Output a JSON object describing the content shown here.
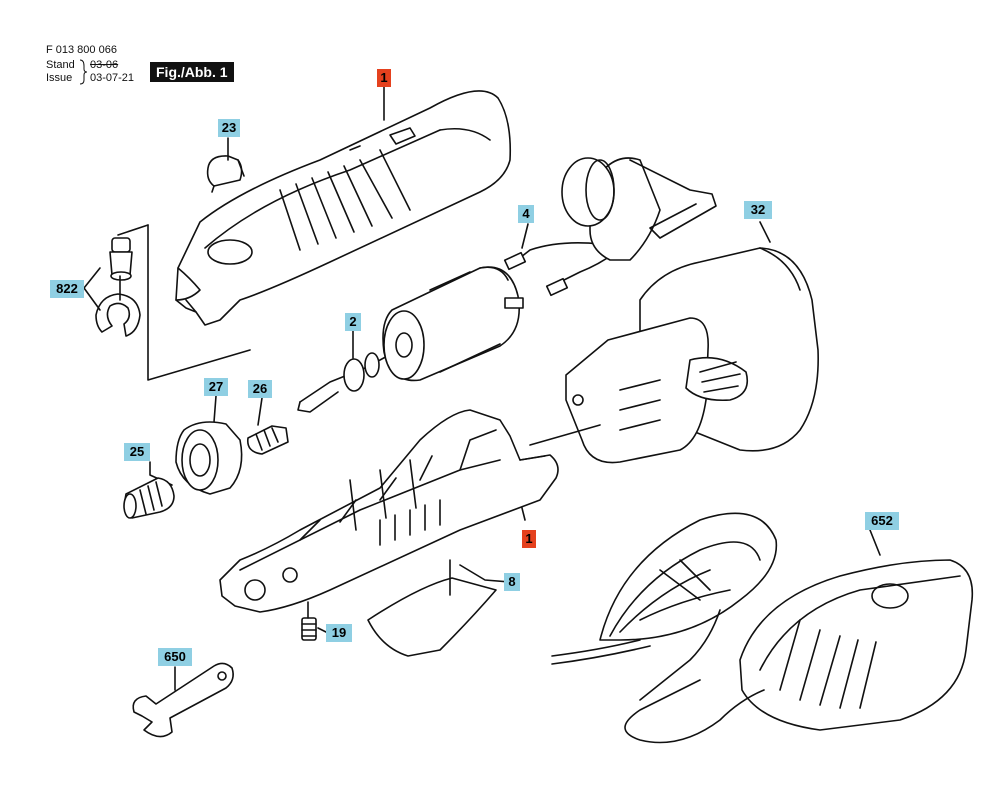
{
  "header": {
    "part_number": "F 013 800 066",
    "stand_label": "Stand",
    "stand_value": "03-06",
    "issue_label": "Issue",
    "issue_value": "03-07-21",
    "figure_label": "Fig./Abb. 1"
  },
  "callouts": [
    {
      "id": "1a",
      "label": "1",
      "color": "red"
    },
    {
      "id": "23",
      "label": "23",
      "color": "blue"
    },
    {
      "id": "822",
      "label": "822",
      "color": "blue"
    },
    {
      "id": "4",
      "label": "4",
      "color": "blue"
    },
    {
      "id": "32",
      "label": "32",
      "color": "blue"
    },
    {
      "id": "2",
      "label": "2",
      "color": "blue"
    },
    {
      "id": "27",
      "label": "27",
      "color": "blue"
    },
    {
      "id": "26",
      "label": "26",
      "color": "blue"
    },
    {
      "id": "25",
      "label": "25",
      "color": "blue"
    },
    {
      "id": "1b",
      "label": "1",
      "color": "red"
    },
    {
      "id": "8",
      "label": "8",
      "color": "blue"
    },
    {
      "id": "19",
      "label": "19",
      "color": "blue"
    },
    {
      "id": "650",
      "label": "650",
      "color": "blue"
    },
    {
      "id": "652",
      "label": "652",
      "color": "blue"
    }
  ],
  "colors": {
    "callout_blue": "#8fcfe3",
    "callout_red": "#e5411e",
    "line": "#111111"
  }
}
